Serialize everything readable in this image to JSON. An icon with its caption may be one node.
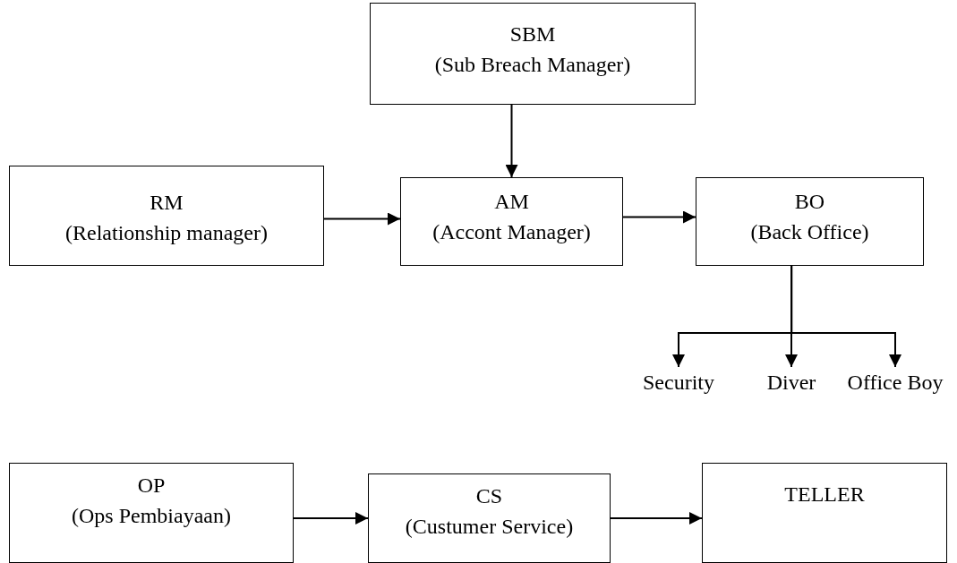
{
  "diagram": {
    "nodes": [
      {
        "text": [
          "SBM",
          "(Sub Breach Manager)"
        ]
      },
      {
        "text": [
          "RM",
          "(Relationship manager)"
        ]
      },
      {
        "text": [
          "AM",
          "(Accont Manager)"
        ]
      },
      {
        "text": [
          "BO",
          "(Back Office)"
        ]
      },
      {
        "text": [
          "Security"
        ]
      },
      {
        "text": [
          "Diver"
        ]
      },
      {
        "text": [
          "Office Boy"
        ]
      },
      {
        "text": [
          "OP",
          "(Ops Pembiayaan)"
        ]
      },
      {
        "text": [
          "CS",
          "(Custumer  Service)"
        ]
      },
      {
        "text": [
          "TELLER"
        ]
      }
    ],
    "edges": [
      {
        "from": 0,
        "to": 2,
        "arrow": "to"
      },
      {
        "from": 1,
        "to": 2,
        "arrow": "to"
      },
      {
        "from": 2,
        "to": 3,
        "arrow": "to"
      },
      {
        "from": 3,
        "to": 4,
        "arrow": "to"
      },
      {
        "from": 3,
        "to": 5,
        "arrow": "to"
      },
      {
        "from": 3,
        "to": 6,
        "arrow": "to"
      },
      {
        "from": 7,
        "to": 8,
        "arrow": "to"
      },
      {
        "from": 8,
        "to": 9,
        "arrow": "to"
      }
    ]
  }
}
